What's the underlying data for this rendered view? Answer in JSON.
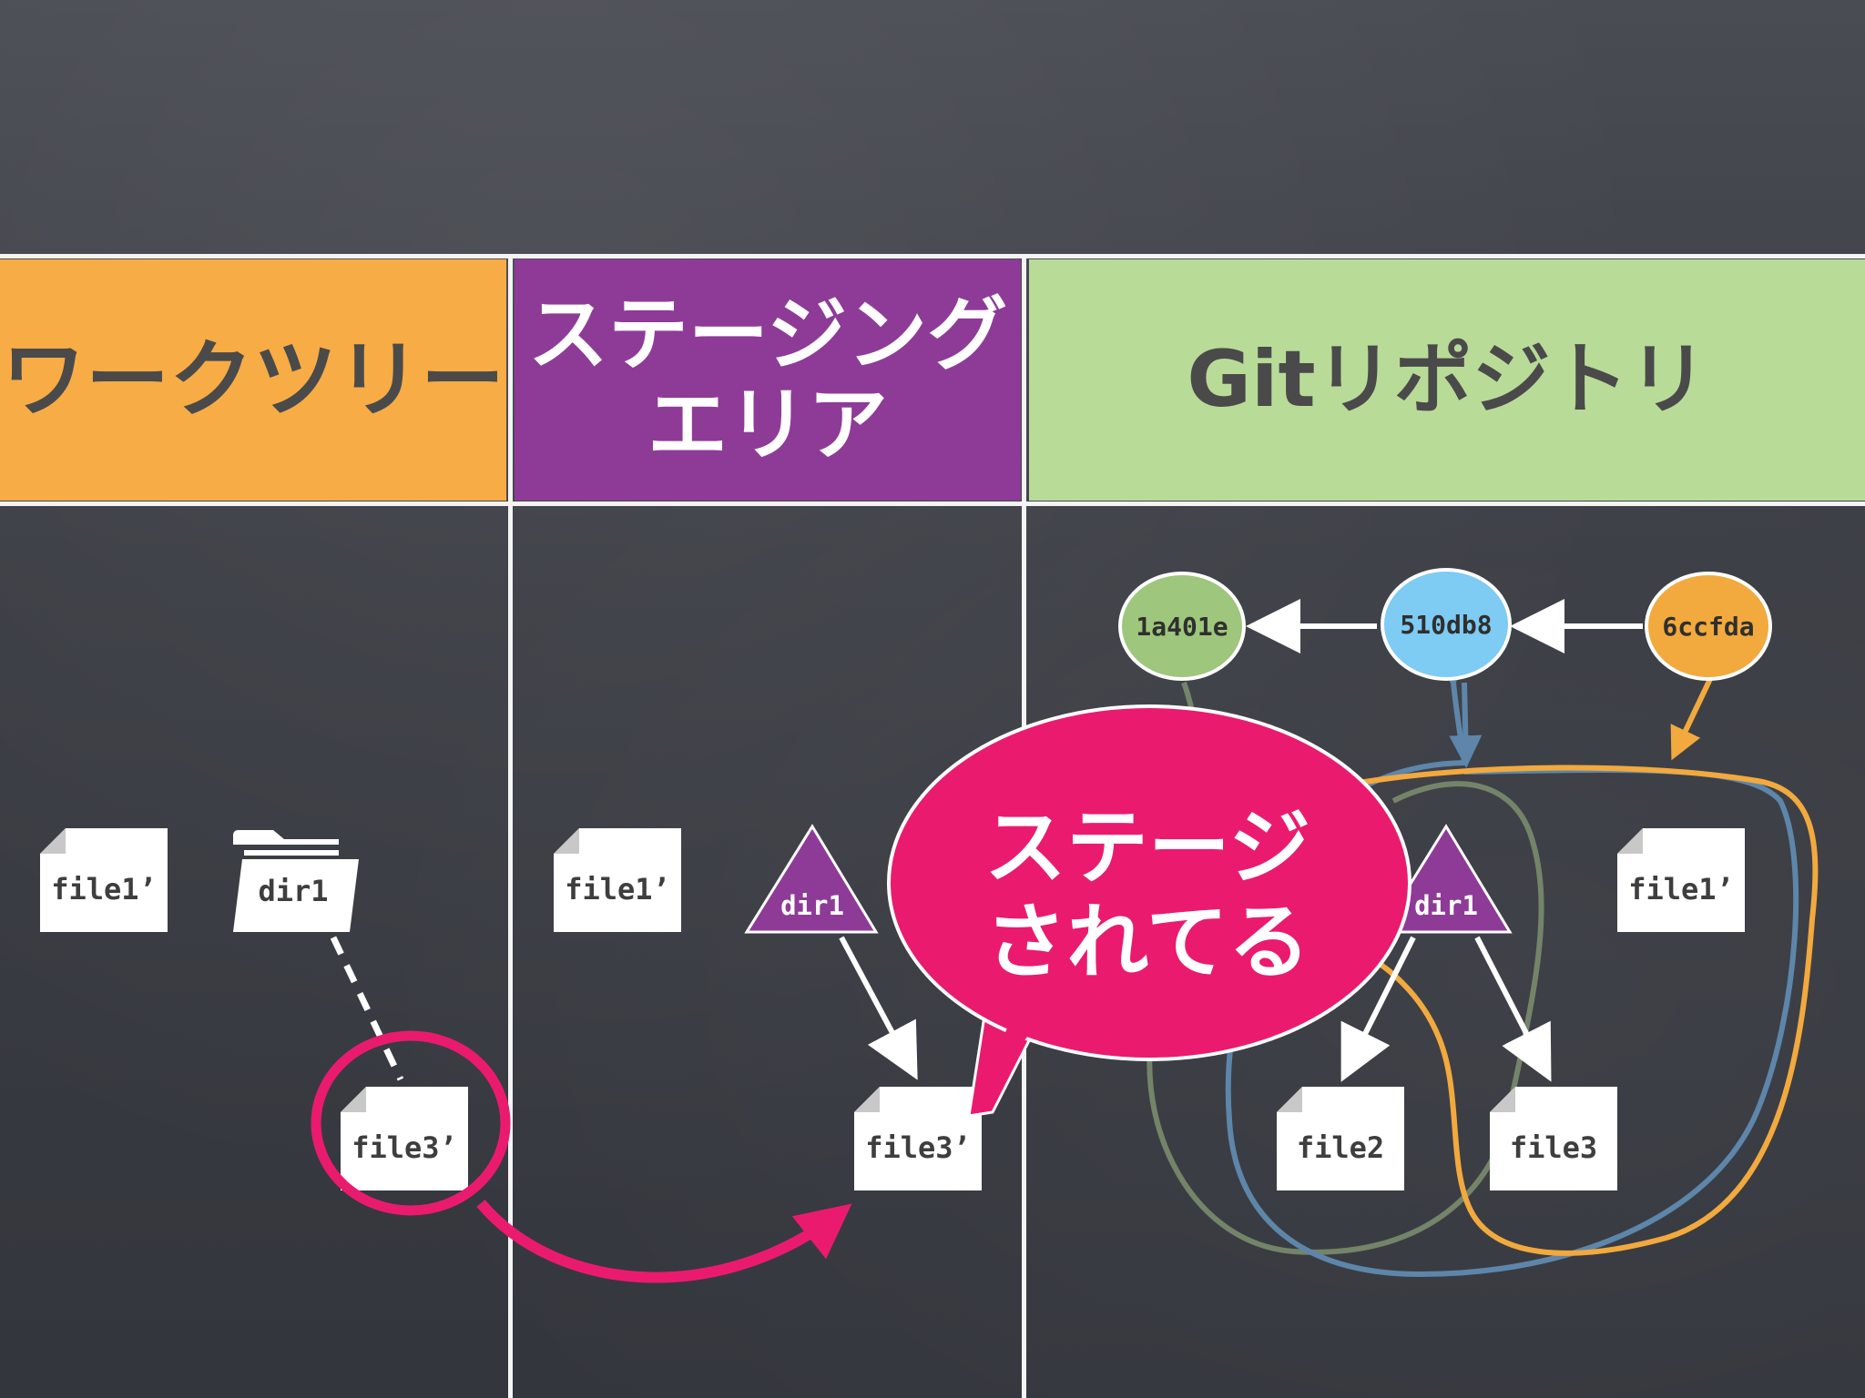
{
  "headers": {
    "working_tree": "ワークツリー",
    "staging_line1": "ステージング",
    "staging_line2": "エリア",
    "repository": "Gitリポジトリ"
  },
  "working_tree": {
    "file1": "file1’",
    "dir1": "dir1",
    "file3": "file3’"
  },
  "staging_area": {
    "file1": "file1’",
    "dir1": "dir1",
    "file3": "file3’"
  },
  "repository": {
    "commits": [
      {
        "id": "1a401e",
        "color": "#9ec67c"
      },
      {
        "id": "510db8",
        "color": "#7ecbf4"
      },
      {
        "id": "6ccfda",
        "color": "#f2a93e"
      }
    ],
    "dir1": "dir1",
    "file1": "file1’",
    "file2": "file2",
    "file3": "file3"
  },
  "callout": {
    "line1": "ステージ",
    "line2": "されてる",
    "color": "#ea1b6e"
  },
  "colors": {
    "orange": "#f8ac45",
    "purple": "#8e3b98",
    "green": "#b9db98",
    "highlight": "#ea1b6e"
  }
}
